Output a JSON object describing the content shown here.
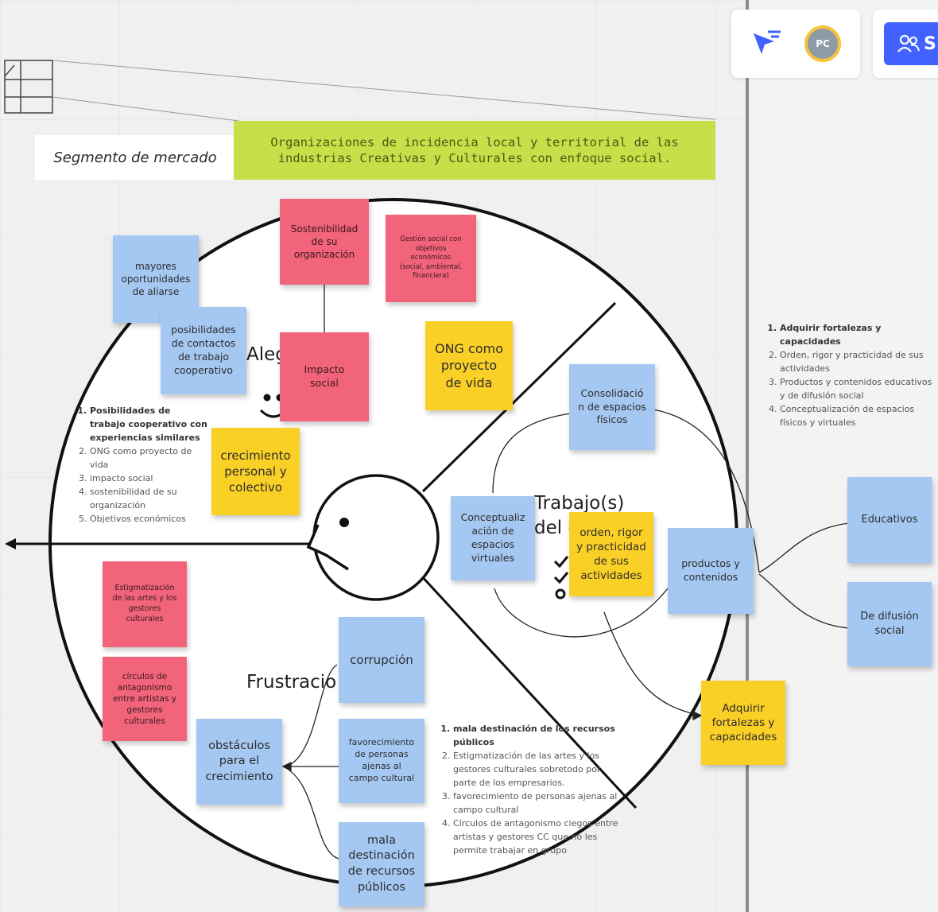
{
  "segment": {
    "label": "Segmento de mercado",
    "description": "Organizaciones de incidencia local y territorial de las\nindustrias Creativas y Culturales con enfoque social."
  },
  "toolbar": {
    "avatar_initials": "PC",
    "share_label": "S"
  },
  "sections": {
    "alegrias_label": "Aleg",
    "trabajos_label_1": "Trabajo(s)",
    "trabajos_label_2": "del c",
    "frustraciones_label": "Frustracio"
  },
  "notes": {
    "sostenibilidad": "Sostenibilidad\nde su\norganización",
    "gestion_social": "Gestión social con\nobjetivos\neconómicos\n(social, ambiental,\nfinanciera)",
    "mayores_oportunidades": "mayores\noportunidades\nde aliarse",
    "posibilidades_contactos": "posibilidades\nde contactos\nde trabajo\ncooperativo",
    "impacto_social": "Impacto\nsocial",
    "ong_proyecto": "ONG como\nproyecto\nde vida",
    "crecimiento": "crecimiento\npersonal y\ncolectivo",
    "consolidacion": "Consolidació\nn de espacios\nfísicos",
    "conceptualizacion": "Conceptualiz\nación de\nespacios\nvirtuales",
    "orden_rigor": "orden, rigor\ny practicidad\nde sus\nactividades",
    "productos": "productos y\ncontenidos",
    "educativos": "Educativos",
    "difusion": "De difusión\nsocial",
    "adquirir": "Adquirir\nfortalezas y\ncapacidades",
    "estigmatizacion": "Estigmatización\nde las artes y los\ngestores\nculturales",
    "circulos": "círculos de\nantagonismo\nentre artistas y\ngestores\nculturales",
    "corrupcion": "corrupción",
    "obstaculos": "obstáculos\npara el\ncrecimiento",
    "favorecimiento": "favorecimiento\nde personas\najenas al\ncampo cultural",
    "mala_destinacion": "mala\ndestinación\nde recursos\npúblicos"
  },
  "lists": {
    "alegrias": [
      "Posibilidades de trabajo cooperativo con experiencias similares",
      "ONG como proyecto de vida",
      "impacto social",
      "sostenibilidad de su organización",
      "Objetivos económicos"
    ],
    "trabajos": [
      "Adquirir fortalezas y capacidades",
      "Orden, rigor y practicidad de sus actividades",
      "Productos y contenidos educativos y de difusión social",
      "Conceptualización de espacios físicos y virtuales"
    ],
    "frustraciones": [
      "mala destinación de los recursos públicos",
      "Estigmatización de las artes y los gestores culturales sobretodo por parte de los empresarios.",
      "favorecimiento de personas ajenas al campo cultural",
      "Círculos de antagonismo ciegos entre artistas y gestores CC que no les permite trabajar en grupo"
    ]
  },
  "colors": {
    "blue": "#a5c8f2",
    "red": "#f1647a",
    "yellow": "#fad027",
    "green": "#c6e04a",
    "share": "#4262ff"
  }
}
